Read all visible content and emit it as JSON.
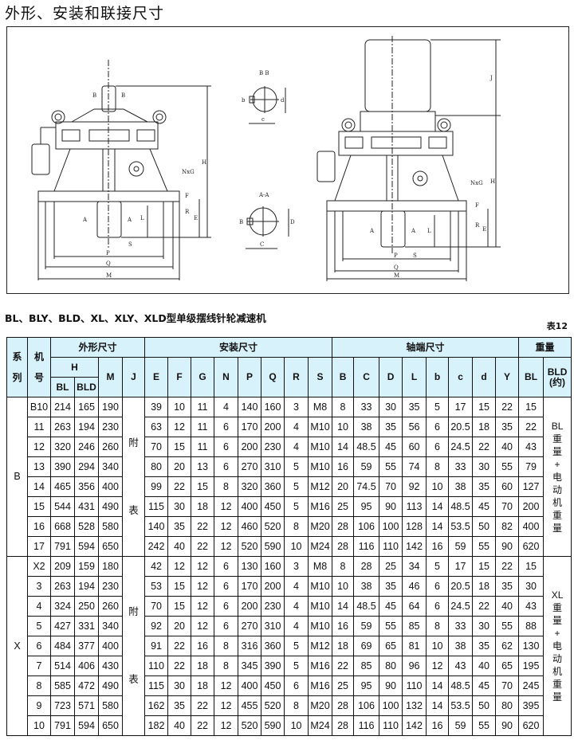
{
  "title": "外形、安装和联接尺寸",
  "drawing": {
    "labels": {
      "bb": "B  B",
      "aa": "A-A",
      "nxg": "NxG",
      "h": "H",
      "j": "J",
      "p": "P",
      "q": "Q",
      "m": "M",
      "s": "S",
      "l": "L",
      "a": "A",
      "b": "B",
      "e": "E",
      "f": "F",
      "r": "R",
      "c": "C",
      "d": "D",
      "b_small": "b",
      "c_small": "c",
      "d_small": "d"
    }
  },
  "subtitle": "BL、BLY、BLD、XL、XLY、XLD型单级摆线针轮减速机",
  "table_no": "表12",
  "table": {
    "headers": {
      "series": "系列",
      "series_1": "系",
      "series_2": "列",
      "model_1": "机",
      "model_2": "号",
      "outline": "外形尺寸",
      "install": "安装尺寸",
      "shaft": "轴端尺寸",
      "weight": "重量",
      "H": "H",
      "BL": "BL",
      "BLD": "BLD",
      "M": "M",
      "J": "J",
      "E": "E",
      "F": "F",
      "G": "G",
      "N": "N",
      "P": "P",
      "Q": "Q",
      "R": "R",
      "S": "S",
      "B": "B",
      "C": "C",
      "D": "D",
      "L": "L",
      "b": "b",
      "c": "c",
      "d": "d",
      "Y": "Y",
      "wBL": "BL",
      "wBLD": "BLD",
      "wBLD2": "(约)"
    },
    "j_note": [
      "附",
      "表"
    ],
    "groups": [
      {
        "series": "B",
        "weight_note": [
          "BL",
          "重",
          "量",
          "+",
          "电",
          "动",
          "机",
          "重",
          "量"
        ],
        "rows": [
          [
            "B10",
            "214",
            "165",
            "190",
            "39",
            "10",
            "11",
            "4",
            "140",
            "160",
            "3",
            "M8",
            "8",
            "33",
            "30",
            "35",
            "5",
            "17",
            "15",
            "22",
            "15"
          ],
          [
            "11",
            "263",
            "194",
            "230",
            "63",
            "12",
            "11",
            "6",
            "170",
            "200",
            "4",
            "M10",
            "10",
            "38",
            "35",
            "56",
            "6",
            "20.5",
            "18",
            "35",
            "22"
          ],
          [
            "12",
            "320",
            "246",
            "260",
            "70",
            "15",
            "11",
            "6",
            "200",
            "230",
            "4",
            "M10",
            "14",
            "48.5",
            "45",
            "60",
            "6",
            "24.5",
            "22",
            "40",
            "43"
          ],
          [
            "13",
            "390",
            "294",
            "340",
            "80",
            "20",
            "13",
            "6",
            "270",
            "310",
            "5",
            "M10",
            "16",
            "59",
            "55",
            "74",
            "8",
            "33",
            "30",
            "55",
            "79"
          ],
          [
            "14",
            "465",
            "356",
            "400",
            "99",
            "22",
            "15",
            "8",
            "320",
            "360",
            "5",
            "M12",
            "20",
            "74.5",
            "70",
            "92",
            "10",
            "38",
            "35",
            "60",
            "127"
          ],
          [
            "15",
            "544",
            "431",
            "490",
            "115",
            "30",
            "18",
            "12",
            "400",
            "450",
            "5",
            "M16",
            "25",
            "95",
            "90",
            "113",
            "14",
            "48.5",
            "45",
            "70",
            "200"
          ],
          [
            "16",
            "668",
            "528",
            "580",
            "140",
            "35",
            "22",
            "12",
            "460",
            "520",
            "8",
            "M20",
            "28",
            "106",
            "100",
            "128",
            "14",
            "53.5",
            "50",
            "82",
            "400"
          ],
          [
            "17",
            "791",
            "594",
            "650",
            "242",
            "40",
            "22",
            "12",
            "520",
            "590",
            "10",
            "M24",
            "28",
            "116",
            "110",
            "142",
            "16",
            "59",
            "55",
            "90",
            "620"
          ]
        ]
      },
      {
        "series": "X",
        "weight_note": [
          "XL",
          "重",
          "量",
          "+",
          "电",
          "动",
          "机",
          "重",
          "量"
        ],
        "rows": [
          [
            "X2",
            "209",
            "159",
            "180",
            "42",
            "12",
            "12",
            "6",
            "130",
            "160",
            "3",
            "M8",
            "8",
            "28",
            "25",
            "34",
            "5",
            "17",
            "15",
            "22",
            "15"
          ],
          [
            "3",
            "263",
            "194",
            "230",
            "53",
            "15",
            "12",
            "6",
            "170",
            "200",
            "4",
            "M10",
            "10",
            "38",
            "35",
            "46",
            "6",
            "20.5",
            "18",
            "35",
            "30"
          ],
          [
            "4",
            "324",
            "250",
            "260",
            "70",
            "15",
            "12",
            "6",
            "200",
            "230",
            "4",
            "M10",
            "14",
            "48.5",
            "45",
            "64",
            "6",
            "24.5",
            "22",
            "40",
            "43"
          ],
          [
            "5",
            "427",
            "331",
            "340",
            "92",
            "20",
            "12",
            "6",
            "270",
            "310",
            "4",
            "M10",
            "16",
            "59",
            "55",
            "85",
            "8",
            "33",
            "30",
            "55",
            "88"
          ],
          [
            "6",
            "484",
            "377",
            "400",
            "91",
            "22",
            "16",
            "8",
            "316",
            "360",
            "5",
            "M12",
            "18",
            "69",
            "65",
            "81",
            "10",
            "38",
            "35",
            "62",
            "130"
          ],
          [
            "7",
            "514",
            "406",
            "430",
            "110",
            "22",
            "18",
            "8",
            "345",
            "390",
            "5",
            "M16",
            "22",
            "85",
            "80",
            "96",
            "12",
            "43",
            "40",
            "65",
            "195"
          ],
          [
            "8",
            "585",
            "472",
            "490",
            "115",
            "30",
            "18",
            "12",
            "400",
            "450",
            "6",
            "M16",
            "25",
            "95",
            "90",
            "110",
            "14",
            "48.5",
            "45",
            "70",
            "245"
          ],
          [
            "9",
            "723",
            "571",
            "580",
            "162",
            "35",
            "22",
            "12",
            "455",
            "520",
            "8",
            "M20",
            "28",
            "106",
            "100",
            "132",
            "14",
            "53.5",
            "50",
            "80",
            "395"
          ],
          [
            "10",
            "791",
            "594",
            "650",
            "182",
            "40",
            "22",
            "12",
            "520",
            "590",
            "10",
            "M24",
            "28",
            "116",
            "110",
            "142",
            "16",
            "59",
            "55",
            "90",
            "620"
          ]
        ]
      }
    ]
  }
}
